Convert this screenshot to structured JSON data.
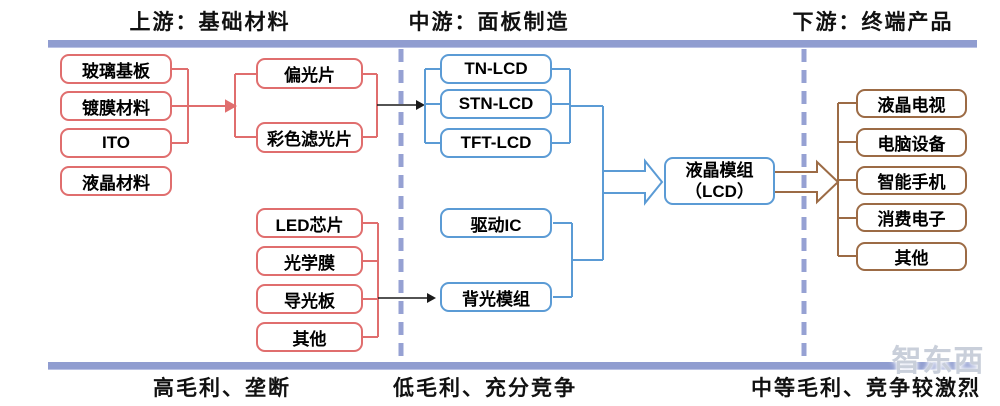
{
  "header": {
    "upstream": "上游：基础材料",
    "midstream": "中游：面板制造",
    "downstream": "下游：终端产品"
  },
  "footer": {
    "upstream": "高毛利、垄断",
    "midstream": "低毛利、充分竞争",
    "downstream": "中等毛利、竞争较激烈"
  },
  "upstream": {
    "materials": [
      "玻璃基板",
      "镀膜材料",
      "ITO",
      "液晶材料"
    ],
    "optical_components": [
      "偏光片",
      "彩色滤光片"
    ],
    "backlight_parts": [
      "LED芯片",
      "光学膜",
      "导光板",
      "其他"
    ]
  },
  "midstream": {
    "panel_types": [
      "TN-LCD",
      "STN-LCD",
      "TFT-LCD"
    ],
    "module_parts": [
      "驱动IC",
      "背光模组"
    ],
    "lcd_module": {
      "line1": "液晶模组",
      "line2": "（LCD）"
    }
  },
  "downstream": {
    "products": [
      "液晶电视",
      "电脑设备",
      "智能手机",
      "消费电子",
      "其他"
    ]
  },
  "watermark": "智东西",
  "colors": {
    "upstream_accent": "#e06e6e",
    "midstream_accent": "#5b9bd5",
    "downstream_accent": "#9c6b45",
    "stage_bar": "#909dd0",
    "arrow_black": "#1a1a1a",
    "watermark_gray": "#c6ccd8"
  }
}
